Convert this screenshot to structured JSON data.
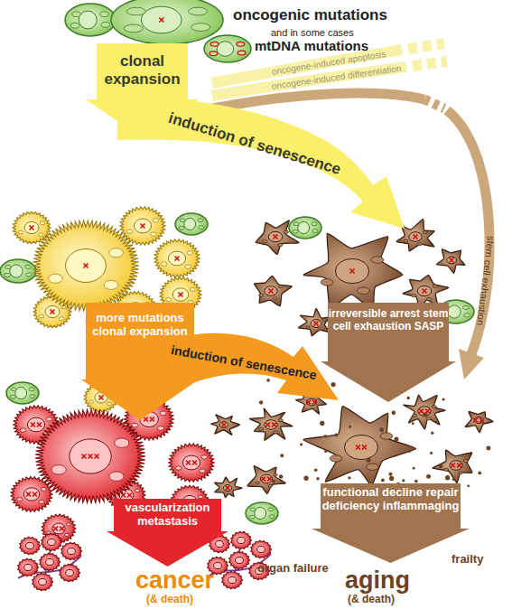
{
  "diagram": {
    "nodes": [
      {
        "text": [
          "clonal expansion"
        ]
      },
      {
        "text": [
          "induction of senescence"
        ]
      },
      {
        "text": [
          "more mutations clonal expansion"
        ]
      },
      {
        "text": [
          "induction of senescence"
        ]
      },
      {
        "text": [
          "irreversible arrest stem cell exhaustion SASP"
        ]
      },
      {
        "text": [
          "vascularization metastasis"
        ]
      },
      {
        "text": [
          "functional decline repair deficiency inflammaging"
        ]
      }
    ],
    "labels": [
      "oncogenic mutations",
      "and in some cases",
      "mtDNA mutations",
      "oncogene-induced apoptosis",
      "oncogene-induced differentiation",
      "stem cell exhaustion",
      "organ failure",
      "frailty",
      "cancer",
      "(& death)",
      "aging",
      "(& death)"
    ]
  }
}
